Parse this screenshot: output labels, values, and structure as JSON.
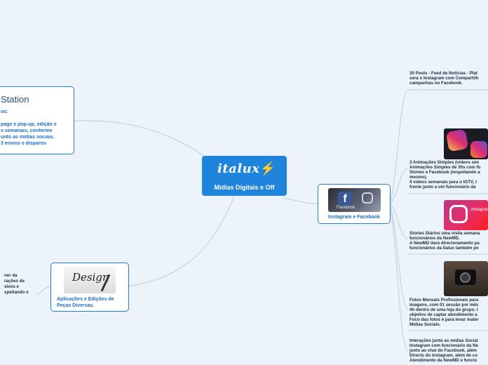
{
  "central": {
    "logo_text": "italux",
    "title": "Mídias Digitais e Off"
  },
  "left_top": {
    "title_partial": "Station",
    "subtitle_partial": "os:",
    "lines": [
      "page e pop-up, edição e",
      "s semanais, conforme",
      "unto as mídias sociais.",
      "3 envios e disparos"
    ]
  },
  "left_bottom": {
    "image_text": "Design",
    "label_line1": "Aplicações e Edições de",
    "label_line2": "Peças Diversas.",
    "side_lines": [
      "ner da",
      "rações de",
      "sivos e",
      "speitando o"
    ]
  },
  "right_hub": {
    "image_text": "Facebook",
    "label": "Instagram e Facebook"
  },
  "leaves": {
    "posts": [
      "30 Posts - Feed de Notícias - Plat",
      "será o Instagram com Compartilh",
      "campanhas no Facebook."
    ],
    "animations": [
      "3 Animações Simples (vídeos sim",
      "Animações Simples de 30s com fo",
      "Stories e Facebook (respeitando a",
      "mesmo).",
      "4 vídeos semanais para o IGTV, t",
      "frente junto a um funcionário da"
    ],
    "stories_image_text": "Instagram STORIES",
    "stories": [
      "Stories Diários uma visita semana",
      "funcionários da NewMD.",
      "A NewMD dará direcionamento pa",
      "funcionários da Italux também po"
    ],
    "photos": [
      "Fotos Mensais Profissionais para",
      "imagens, com 01 sessão por mês",
      "4h dentro de uma loja do grupo. I",
      "objetivo de captar atendimento a",
      "Foco das fotos é para levar mater",
      "Mídias Socials."
    ],
    "interactions": [
      "Interações junto as mídias Social",
      "Instagram com funcionário da Ne",
      "junto ao chat do Facebook, além",
      "Directs do Instagram, além de co",
      "Atendimento da NewMD e funcio"
    ]
  }
}
